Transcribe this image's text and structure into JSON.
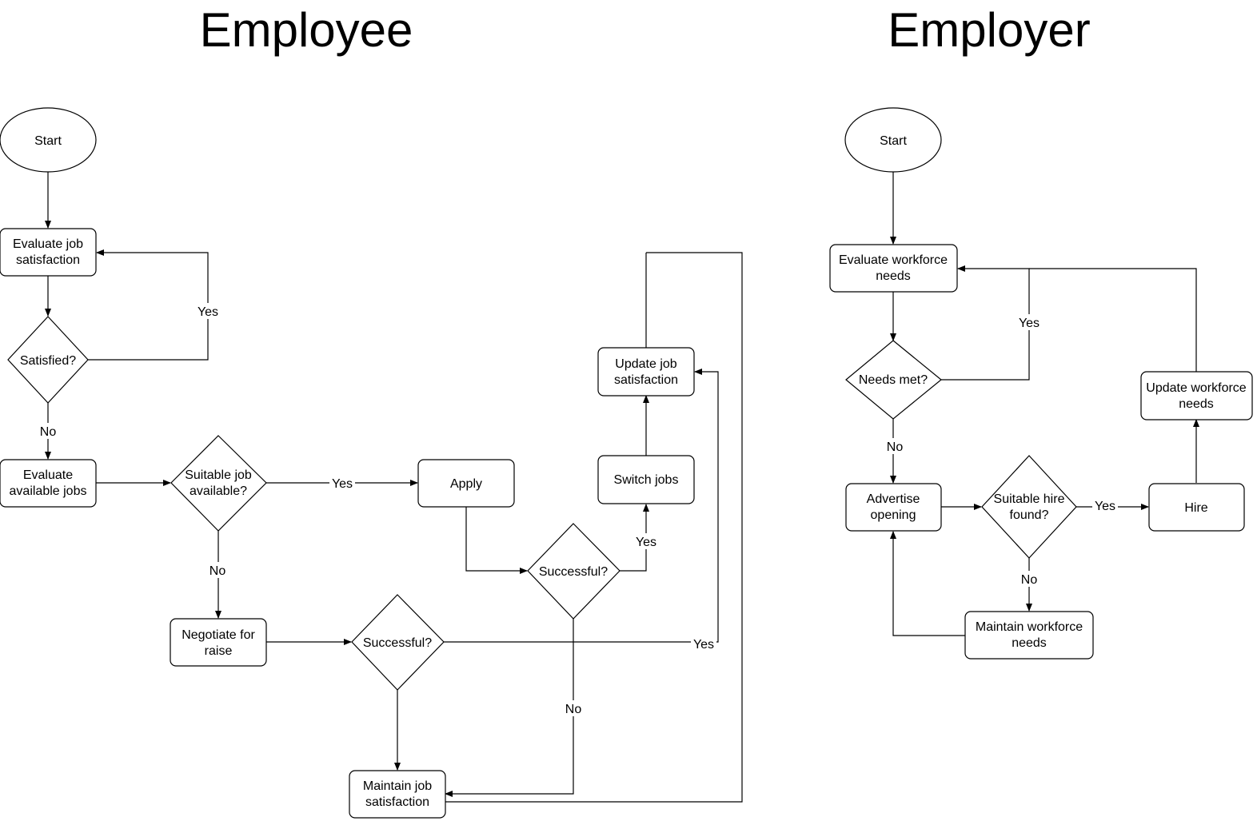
{
  "titles": {
    "employee": "Employee",
    "employer": "Employer"
  },
  "employee": {
    "start": "Start",
    "evaluate_job_satisfaction": [
      "Evaluate job",
      "satisfaction"
    ],
    "satisfied": "Satisfied?",
    "evaluate_available_jobs": [
      "Evaluate",
      "available jobs"
    ],
    "suitable_job_available": [
      "Suitable job",
      "available?"
    ],
    "apply": "Apply",
    "successful_apply": "Successful?",
    "switch_jobs": "Switch jobs",
    "update_job_satisfaction": [
      "Update job",
      "satisfaction"
    ],
    "negotiate_for_raise": [
      "Negotiate for",
      "raise"
    ],
    "successful_raise": "Successful?",
    "maintain_job_satisfaction": [
      "Maintain job",
      "satisfaction"
    ]
  },
  "employer": {
    "start": "Start",
    "evaluate_workforce_needs": [
      "Evaluate workforce",
      "needs"
    ],
    "needs_met": "Needs met?",
    "advertise_opening": [
      "Advertise",
      "opening"
    ],
    "suitable_hire_found": [
      "Suitable hire",
      "found?"
    ],
    "hire": "Hire",
    "update_workforce_needs": [
      "Update workforce",
      "needs"
    ],
    "maintain_workforce_needs": [
      "Maintain workforce",
      "needs"
    ]
  },
  "edge_labels": {
    "yes": "Yes",
    "no": "No"
  }
}
